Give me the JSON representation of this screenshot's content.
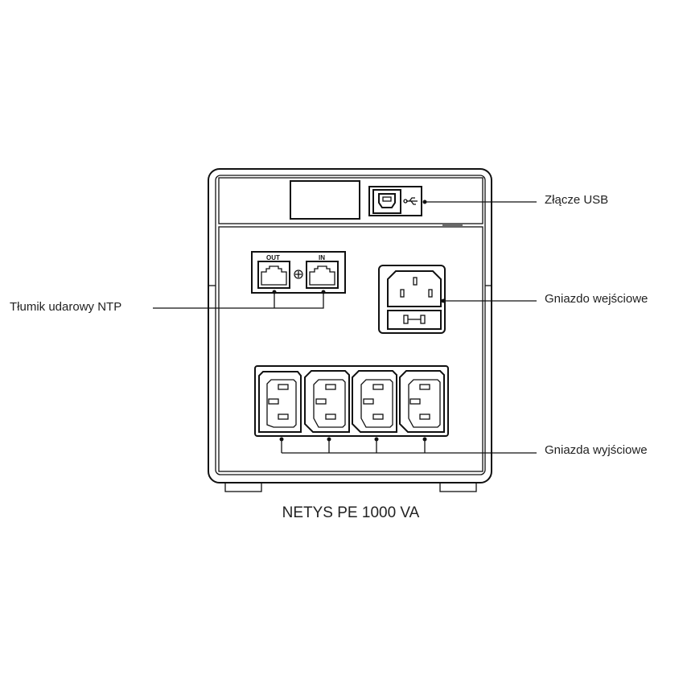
{
  "title": "NETYS PE 1000 VA",
  "callouts": {
    "usb": "Złącze USB",
    "input_socket": "Gniazdo wejściowe",
    "surge": "Tłumik udarowy NTP",
    "output_sockets": "Gniazda wyjściowe"
  },
  "ports": {
    "out": "OUT",
    "in": "IN"
  },
  "icons": [
    "usb-icon",
    "ground-screw-icon",
    "fuse-icon"
  ]
}
